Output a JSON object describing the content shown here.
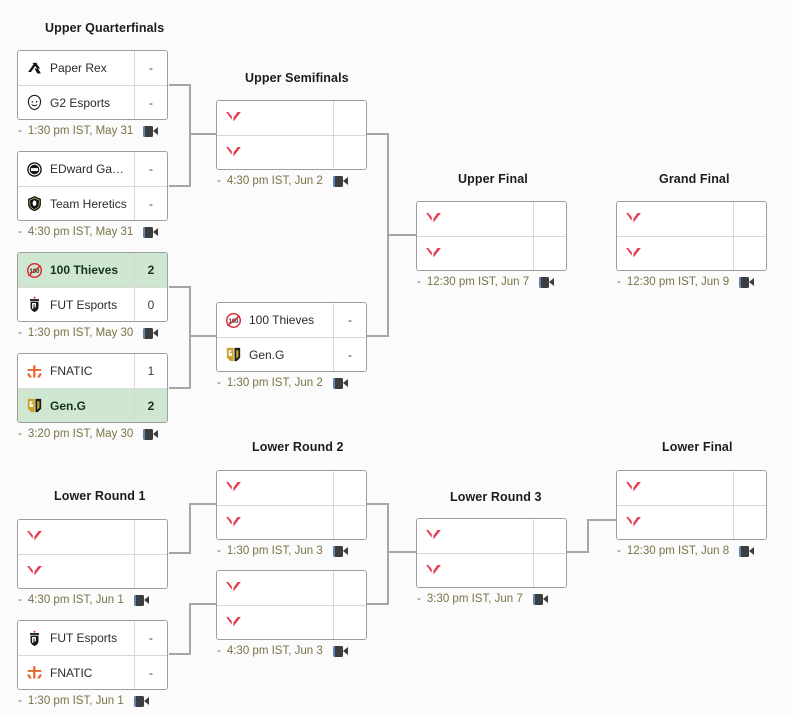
{
  "theme": {
    "background": "#fbfbfb",
    "line": "#a6a6a6",
    "border": "#9e9e9e",
    "winner_bg": "#cfe6d0",
    "time_text": "#7a7346",
    "valorant_red": "#e33b4e"
  },
  "placeholder_icon": "valorant-logo-icon",
  "video_icon": "video-camera-icon",
  "rounds": [
    {
      "id": "upper-quarterfinals",
      "label": "Upper Quarterfinals"
    },
    {
      "id": "upper-semifinals",
      "label": "Upper Semifinals"
    },
    {
      "id": "upper-final",
      "label": "Upper Final"
    },
    {
      "id": "grand-final",
      "label": "Grand Final"
    },
    {
      "id": "lower-round-1",
      "label": "Lower Round 1"
    },
    {
      "id": "lower-round-2",
      "label": "Lower Round 2"
    },
    {
      "id": "lower-round-3",
      "label": "Lower Round 3"
    },
    {
      "id": "lower-final",
      "label": "Lower Final"
    }
  ],
  "matches": {
    "uqf1": {
      "round": "upper-quarterfinals",
      "time": "1:30 pm IST, May 31",
      "teams": [
        {
          "name": "Paper Rex",
          "logo": "paper-rex-logo",
          "score": "-",
          "winner": false
        },
        {
          "name": "G2 Esports",
          "logo": "g2-esports-logo",
          "score": "-",
          "winner": false
        }
      ]
    },
    "uqf2": {
      "round": "upper-quarterfinals",
      "time": "4:30 pm IST, May 31",
      "teams": [
        {
          "name": "EDward Gami…",
          "logo": "edward-gaming-logo",
          "score": "-",
          "winner": false
        },
        {
          "name": "Team Heretics",
          "logo": "team-heretics-logo",
          "score": "-",
          "winner": false
        }
      ]
    },
    "uqf3": {
      "round": "upper-quarterfinals",
      "time": "1:30 pm IST, May 30",
      "teams": [
        {
          "name": "100 Thieves",
          "logo": "hundred-thieves-logo",
          "score": "2",
          "winner": true
        },
        {
          "name": "FUT Esports",
          "logo": "fut-esports-logo",
          "score": "0",
          "winner": false
        }
      ]
    },
    "uqf4": {
      "round": "upper-quarterfinals",
      "time": "3:20 pm IST, May 30",
      "teams": [
        {
          "name": "FNATIC",
          "logo": "fnatic-logo",
          "score": "1",
          "winner": false
        },
        {
          "name": "Gen.G",
          "logo": "geng-logo",
          "score": "2",
          "winner": true
        }
      ]
    },
    "usf1": {
      "round": "upper-semifinals",
      "time": "4:30 pm IST, Jun 2",
      "teams": [
        {
          "name": "",
          "logo": "valorant-logo-icon",
          "score": "",
          "winner": false
        },
        {
          "name": "",
          "logo": "valorant-logo-icon",
          "score": "",
          "winner": false
        }
      ]
    },
    "usf2": {
      "round": "upper-semifinals",
      "time": "1:30 pm IST, Jun 2",
      "teams": [
        {
          "name": "100 Thieves",
          "logo": "hundred-thieves-logo",
          "score": "-",
          "winner": false
        },
        {
          "name": "Gen.G",
          "logo": "geng-logo",
          "score": "-",
          "winner": false
        }
      ]
    },
    "uf": {
      "round": "upper-final",
      "time": "12:30 pm IST, Jun 7",
      "teams": [
        {
          "name": "",
          "logo": "valorant-logo-icon",
          "score": "",
          "winner": false
        },
        {
          "name": "",
          "logo": "valorant-logo-icon",
          "score": "",
          "winner": false
        }
      ]
    },
    "gf": {
      "round": "grand-final",
      "time": "12:30 pm IST, Jun 9",
      "teams": [
        {
          "name": "",
          "logo": "valorant-logo-icon",
          "score": "",
          "winner": false
        },
        {
          "name": "",
          "logo": "valorant-logo-icon",
          "score": "",
          "winner": false
        }
      ]
    },
    "lr1a": {
      "round": "lower-round-1",
      "time": "4:30 pm IST, Jun 1",
      "teams": [
        {
          "name": "",
          "logo": "valorant-logo-icon",
          "score": "",
          "winner": false
        },
        {
          "name": "",
          "logo": "valorant-logo-icon",
          "score": "",
          "winner": false
        }
      ]
    },
    "lr1b": {
      "round": "lower-round-1",
      "time": "1:30 pm IST, Jun 1",
      "teams": [
        {
          "name": "FUT Esports",
          "logo": "fut-esports-logo",
          "score": "-",
          "winner": false
        },
        {
          "name": "FNATIC",
          "logo": "fnatic-logo",
          "score": "-",
          "winner": false
        }
      ]
    },
    "lr2a": {
      "round": "lower-round-2",
      "time": "1:30 pm IST, Jun 3",
      "teams": [
        {
          "name": "",
          "logo": "valorant-logo-icon",
          "score": "",
          "winner": false
        },
        {
          "name": "",
          "logo": "valorant-logo-icon",
          "score": "",
          "winner": false
        }
      ]
    },
    "lr2b": {
      "round": "lower-round-2",
      "time": "4:30 pm IST, Jun 3",
      "teams": [
        {
          "name": "",
          "logo": "valorant-logo-icon",
          "score": "",
          "winner": false
        },
        {
          "name": "",
          "logo": "valorant-logo-icon",
          "score": "",
          "winner": false
        }
      ]
    },
    "lr3": {
      "round": "lower-round-3",
      "time": "3:30 pm IST, Jun 7",
      "teams": [
        {
          "name": "",
          "logo": "valorant-logo-icon",
          "score": "",
          "winner": false
        },
        {
          "name": "",
          "logo": "valorant-logo-icon",
          "score": "",
          "winner": false
        }
      ]
    },
    "lf": {
      "round": "lower-final",
      "time": "12:30 pm IST, Jun 8",
      "teams": [
        {
          "name": "",
          "logo": "valorant-logo-icon",
          "score": "",
          "winner": false
        },
        {
          "name": "",
          "logo": "valorant-logo-icon",
          "score": "",
          "winner": false
        }
      ]
    }
  }
}
